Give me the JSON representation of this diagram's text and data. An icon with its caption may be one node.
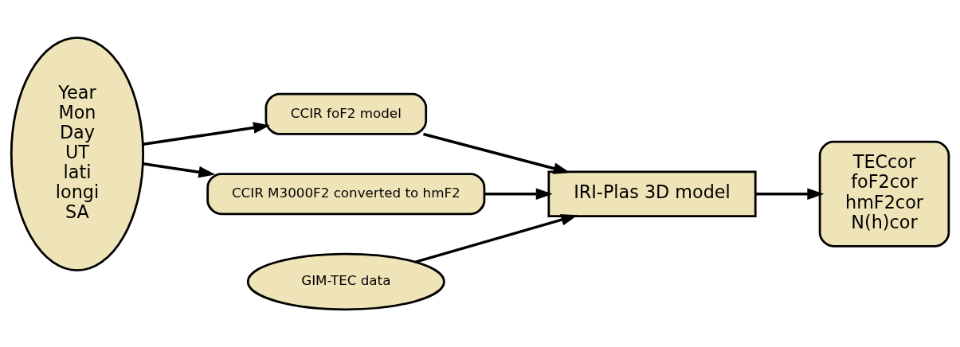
{
  "diagram": {
    "nodes": [
      {
        "text": [
          "Year",
          "Mon",
          "Day",
          "UT",
          "lati",
          "longi",
          "SA"
        ]
      },
      {
        "text": [
          "GIM-TEC data"
        ]
      },
      {
        "text": [
          "CCIR foF2 model"
        ]
      },
      {
        "text": [
          "CCIR M3000F2 converted to hmF2"
        ]
      },
      {
        "text": [
          "IRI-Plas 3D model"
        ]
      },
      {
        "text": [
          "TECcor",
          "foF2cor",
          "hmF2cor",
          "N(h)cor"
        ]
      }
    ],
    "edges": [
      {
        "from": 0,
        "to": 2,
        "arrow": "to"
      },
      {
        "from": 0,
        "to": 3,
        "arrow": "to"
      },
      {
        "from": 2,
        "to": 4,
        "arrow": "to"
      },
      {
        "from": 3,
        "to": 4,
        "arrow": "to"
      },
      {
        "from": 1,
        "to": 4,
        "arrow": "to"
      },
      {
        "from": 4,
        "to": 5,
        "arrow": "to"
      }
    ]
  }
}
